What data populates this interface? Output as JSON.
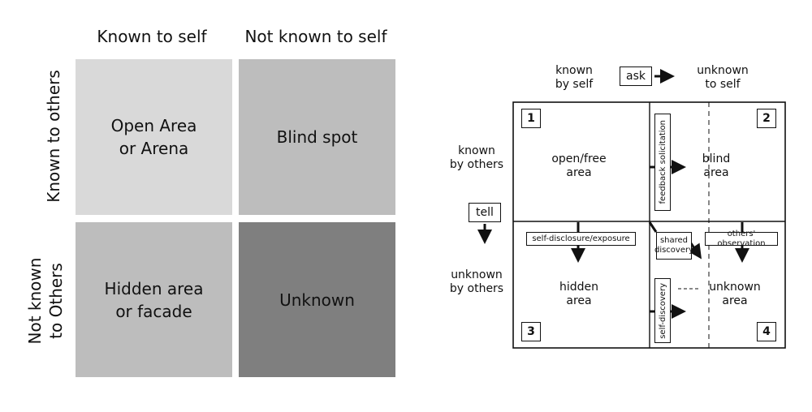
{
  "left_grid": {
    "col_headers": [
      "Known to self",
      "Not known to self"
    ],
    "row_headers": [
      "Known to others",
      "Not known\nto Others"
    ],
    "cells": [
      {
        "label": "Open Area\nor Arena",
        "color": "#d9d9d9"
      },
      {
        "label": "Blind spot",
        "color": "#bdbdbd"
      },
      {
        "label": "Hidden area\nor facade",
        "color": "#bdbdbd"
      },
      {
        "label": "Unknown",
        "color": "#7f7f7f"
      }
    ]
  },
  "right_diagram": {
    "top_left_label": "known\nby self",
    "top_right_label": "unknown\nto self",
    "ask_label": "ask",
    "row1_label": "known\nby others",
    "row2_label": "unknown\nby others",
    "tell_label": "tell",
    "quadrants": [
      {
        "number": "1",
        "label": "open/free\narea"
      },
      {
        "number": "2",
        "label": "blind\narea"
      },
      {
        "number": "3",
        "label": "hidden\narea"
      },
      {
        "number": "4",
        "label": "unknown\narea"
      }
    ],
    "feedback_label": "feedback solicitation",
    "self_disclosure_label": "self-disclosure/exposure",
    "shared_discovery_label": "shared\ndiscovery",
    "others_observation_label": "others' observation",
    "self_discovery_label": "self-discovery"
  }
}
